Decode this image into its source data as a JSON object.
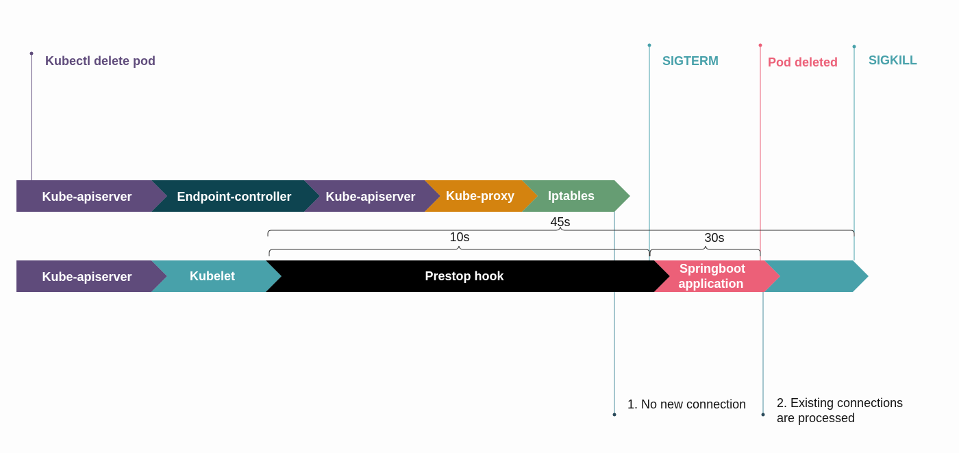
{
  "colors": {
    "purple": "#5f4b7b",
    "dark_teal": "#0e4450",
    "orange": "#d4830f",
    "green": "#669d73",
    "teal": "#48a1aa",
    "pink": "#ec6078",
    "black": "#000000",
    "event_purple": "#5f4b7b",
    "event_teal": "#48a1aa",
    "event_pink": "#ec6078"
  },
  "events": {
    "delete": "Kubectl delete pod",
    "sigterm": "SIGTERM",
    "pod_deleted": "Pod deleted",
    "sigkill": "SIGKILL"
  },
  "row1": [
    {
      "label": "Kube-apiserver",
      "color": "purple"
    },
    {
      "label": "Endpoint-controller",
      "color": "dark_teal"
    },
    {
      "label": "Kube-apiserver",
      "color": "purple"
    },
    {
      "label": "Kube-proxy",
      "color": "orange"
    },
    {
      "label": "Iptables",
      "color": "green"
    }
  ],
  "row2": [
    {
      "label": "Kube-apiserver",
      "color": "purple"
    },
    {
      "label": "Kubelet",
      "color": "teal"
    },
    {
      "label": "Prestop hook",
      "color": "black"
    },
    {
      "label": "Springboot",
      "label2": "application",
      "color": "pink"
    },
    {
      "label": "",
      "color": "teal"
    }
  ],
  "durations": {
    "total": "45s",
    "prestop": "10s",
    "grace": "30s"
  },
  "notes": {
    "first": "1. No new connection",
    "second_line1": "2. Existing connections",
    "second_line2": "are processed"
  }
}
